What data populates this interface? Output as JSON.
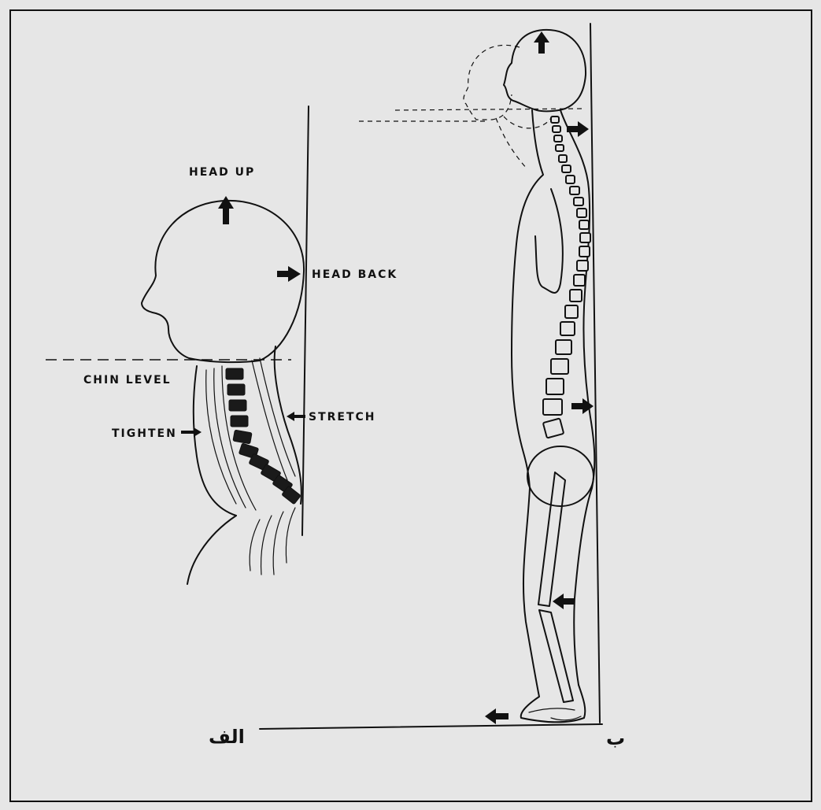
{
  "labels": {
    "head_up": "HEAD UP",
    "head_back": "HEAD BACK",
    "chin_level": "CHIN LEVEL",
    "stretch": "STRETCH",
    "tighten": "TIGHTEN",
    "panel_a": "الف",
    "panel_b": "ب"
  },
  "colors": {
    "background": "#e6e6e6",
    "ink": "#111111"
  },
  "icons": [
    "arrow-up-icon",
    "arrow-right-icon",
    "arrow-left-icon"
  ]
}
